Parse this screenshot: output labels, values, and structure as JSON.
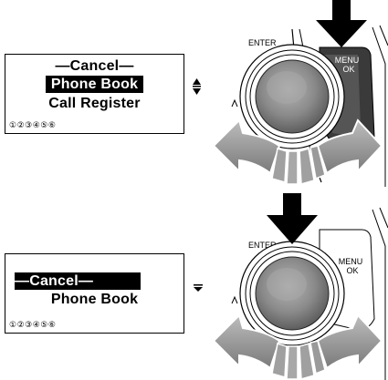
{
  "screen1": {
    "line1": "—Cancel—",
    "line2_selected": "Phone Book",
    "line3": "Call Register",
    "page_numbers": "①②③④⑤⑥",
    "scroll_indicator": "▲\n▼"
  },
  "device1": {
    "enter_label": "ENTER",
    "menu_label": "MENU",
    "ok_label": "OK"
  },
  "screen2": {
    "line1_selected": "—Cancel—",
    "line2": "Phone Book",
    "page_numbers": "①②③④⑤⑥",
    "scroll_indicator": "▼"
  },
  "device2": {
    "enter_label": "ENTER",
    "menu_label": "MENU",
    "ok_label": "OK"
  }
}
